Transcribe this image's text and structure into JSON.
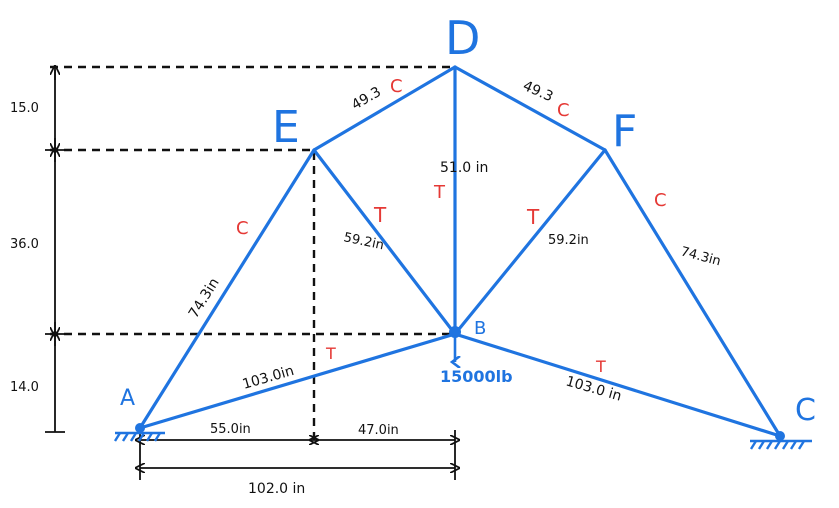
{
  "nodes": {
    "A": "A",
    "B": "B",
    "C": "C",
    "D": "D",
    "E": "E",
    "F": "F"
  },
  "members": {
    "AE": {
      "length": "74.3in",
      "force": "C"
    },
    "AB": {
      "length": "103.0in",
      "force": "T"
    },
    "ED": {
      "length": "49.3",
      "force": "C"
    },
    "EB": {
      "length": "59.2in",
      "force": "T"
    },
    "DB": {
      "length": "51.0 in",
      "force": "T"
    },
    "DF": {
      "length": "49.3",
      "force": "C"
    },
    "FB": {
      "length": "59.2in",
      "force": "T"
    },
    "FC": {
      "length": "74.3in",
      "force": "C"
    },
    "BC": {
      "length": "103.0 in",
      "force": "T"
    }
  },
  "load": {
    "label": "15000lb"
  },
  "dimensions": {
    "v_top": "15.0",
    "v_mid": "36.0",
    "v_bot": "14.0",
    "h_left": "55.0in",
    "h_right": "47.0in",
    "h_total": "102.0 in"
  },
  "colors": {
    "member": "#1f74e0",
    "force": "#e53935",
    "dimension": "#111111"
  }
}
